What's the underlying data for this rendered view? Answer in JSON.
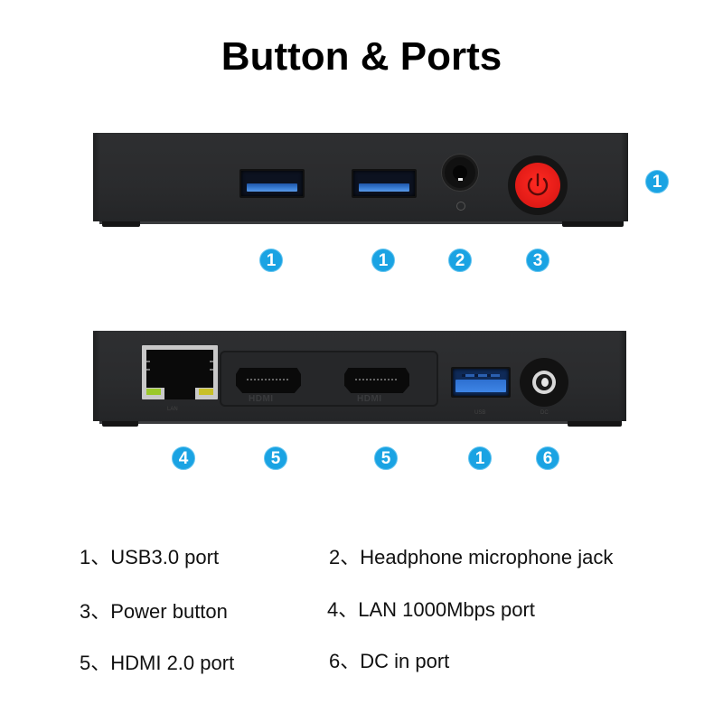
{
  "title": "Button & Ports",
  "colors": {
    "callout": "#1aa3e3",
    "device_body": "#2b2c2e",
    "power_button": "#e01a16",
    "usb_blue": "#3b7fd6"
  },
  "front_panel": {
    "callout_side": "1",
    "ports": [
      {
        "type": "usb3",
        "callout": "1"
      },
      {
        "type": "usb3",
        "callout": "1"
      },
      {
        "type": "audio-jack",
        "callout": "2"
      },
      {
        "type": "power-button",
        "callout": "3"
      }
    ]
  },
  "back_panel": {
    "ports": [
      {
        "type": "lan",
        "callout": "4"
      },
      {
        "type": "hdmi",
        "callout": "5",
        "logo": "HDMI"
      },
      {
        "type": "hdmi",
        "callout": "5",
        "logo": "HDMI"
      },
      {
        "type": "usb3",
        "callout": "1"
      },
      {
        "type": "dc-in",
        "callout": "6"
      }
    ]
  },
  "legend": [
    {
      "num": "1、",
      "label": "USB3.0 port"
    },
    {
      "num": "2、",
      "label": "Headphone microphone jack"
    },
    {
      "num": "3、",
      "label": "Power button"
    },
    {
      "num": "4、",
      "label": "LAN 1000Mbps port"
    },
    {
      "num": "5、",
      "label": "HDMI 2.0 port"
    },
    {
      "num": "6、",
      "label": "DC in port"
    }
  ]
}
